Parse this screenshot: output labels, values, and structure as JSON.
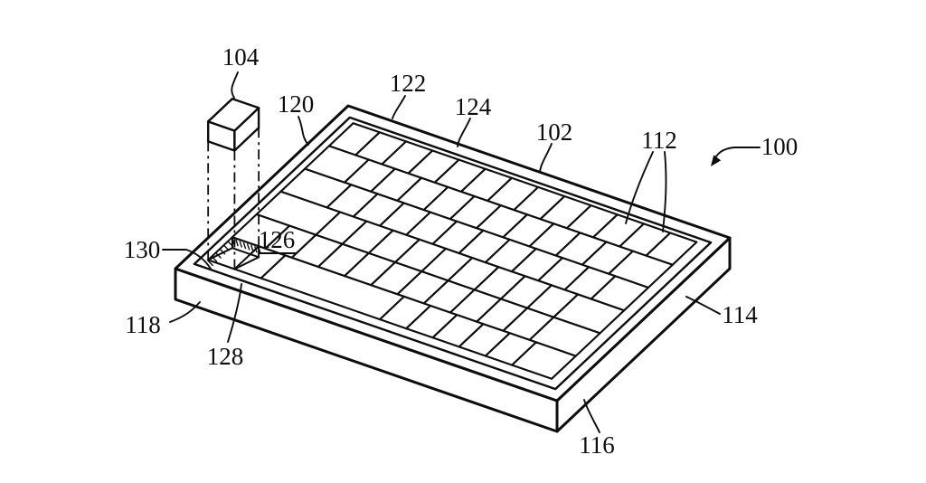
{
  "figure": {
    "type": "patent-line-drawing",
    "subject": "keyboard-with-removable-key",
    "background_color": "#ffffff",
    "line_color": "#0d0d0d",
    "labels": {
      "l100": "100",
      "l102": "102",
      "l104": "104",
      "l112": "112",
      "l114": "114",
      "l116": "116",
      "l118": "118",
      "l120": "120",
      "l122": "122",
      "l124": "124",
      "l126": "126",
      "l128": "128",
      "l130": "130"
    }
  }
}
